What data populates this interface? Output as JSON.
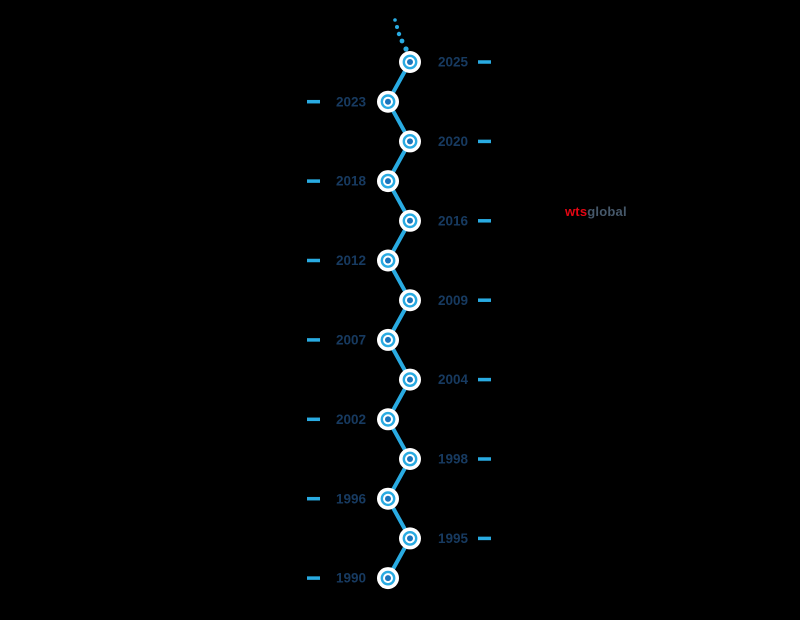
{
  "background": "#000000",
  "timeline": {
    "line_color": "#29ABE2",
    "node_outer_color": "#FFFFFF",
    "node_ring_color": "#29ABE2",
    "node_dot_color": "#1B75BC",
    "year_color": "#173A60",
    "dash_color": "#29ABE2",
    "milestones": [
      {
        "year": "2025",
        "side": "right"
      },
      {
        "year": "2023",
        "side": "left"
      },
      {
        "year": "2020",
        "side": "right"
      },
      {
        "year": "2018",
        "side": "left"
      },
      {
        "year": "2016",
        "side": "right"
      },
      {
        "year": "2012",
        "side": "left"
      },
      {
        "year": "2009",
        "side": "right"
      },
      {
        "year": "2007",
        "side": "left"
      },
      {
        "year": "2004",
        "side": "right"
      },
      {
        "year": "2002",
        "side": "left"
      },
      {
        "year": "1998",
        "side": "right"
      },
      {
        "year": "1996",
        "side": "left"
      },
      {
        "year": "1995",
        "side": "right"
      },
      {
        "year": "1990",
        "side": "left"
      }
    ]
  },
  "logo": {
    "wts": "wts",
    "global": "global",
    "wts_color": "#E30613",
    "global_color": "#46586A"
  }
}
